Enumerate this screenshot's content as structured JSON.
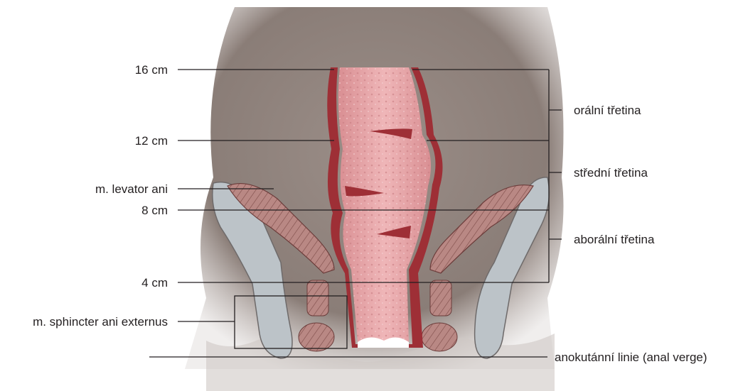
{
  "left_labels": {
    "cm16": "16 cm",
    "cm12": "12 cm",
    "levator": "m. levator ani",
    "cm8": "8 cm",
    "cm4": "4 cm",
    "sphincter": "m. sphincter ani externus"
  },
  "right_labels": {
    "oral": "orální třetina",
    "middle": "střední třetina",
    "aboral": "aborální třetina",
    "anal_verge": "anokutánní linie (anal verge)"
  },
  "colors": {
    "background_tissue": "#8c7f79",
    "rectal_wall": "#9e2f36",
    "mucosa": "#e5a3a6",
    "muscle": "#b5827e",
    "bone": "#bcc3c8",
    "line": "#231f20"
  }
}
